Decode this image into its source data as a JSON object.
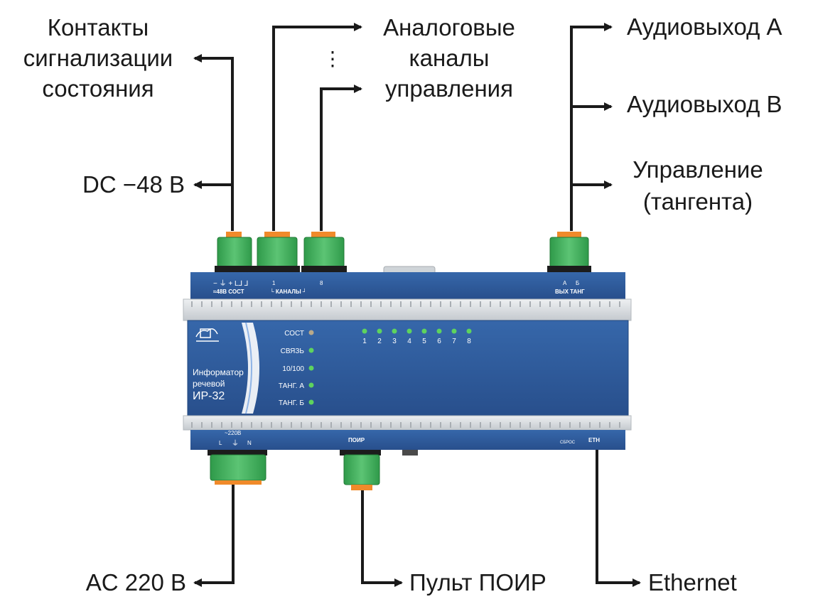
{
  "labels": {
    "status_contacts": [
      "Контакты",
      "сигнализации",
      "состояния"
    ],
    "dc": "DC −48 В",
    "analog": [
      "Аналоговые",
      "каналы",
      "управления"
    ],
    "ellipsis": "⋮",
    "audio_a": "Аудиовыход А",
    "audio_b": "Аудиовыход В",
    "control": [
      "Управление",
      "(тангента)"
    ],
    "ac": "AC 220 В",
    "remote": "Пульт ПОИР",
    "ethernet": "Ethernet"
  },
  "device": {
    "brand_line1": "Информатор",
    "brand_line2": "речевой",
    "model": "ИР-32",
    "top_left_symbols": "− ⏚ + L⅃ ⅃",
    "top_left_caption": "≈48В СОСТ",
    "channels_first": "1",
    "channels_last": "8",
    "channels_caption": "└ КАНАЛЫ ┘",
    "out_a": "А",
    "out_b": "Б",
    "out_caption": "ВЫХ ТАНГ",
    "indicators": [
      "СОСТ",
      "СВЯЗЬ",
      "10/100",
      "ТАНГ. А",
      "ТАНГ. Б"
    ],
    "channel_numbers": [
      "1",
      "2",
      "3",
      "4",
      "5",
      "6",
      "7",
      "8"
    ],
    "ac_caption": "~220В",
    "ac_pins": [
      "L",
      "⏚",
      "N"
    ],
    "poir": "ПОИР",
    "reset": "СБРОС",
    "eth": "ETH"
  },
  "colors": {
    "panel_blue": "#2f5d9e",
    "rail_grey": "#d9dde1",
    "terminal_green": "#3fae5a",
    "terminal_orange": "#f08a2a",
    "led_green": "#5ed35e",
    "led_status": "#b8a98a",
    "line": "#1a1a1a"
  }
}
